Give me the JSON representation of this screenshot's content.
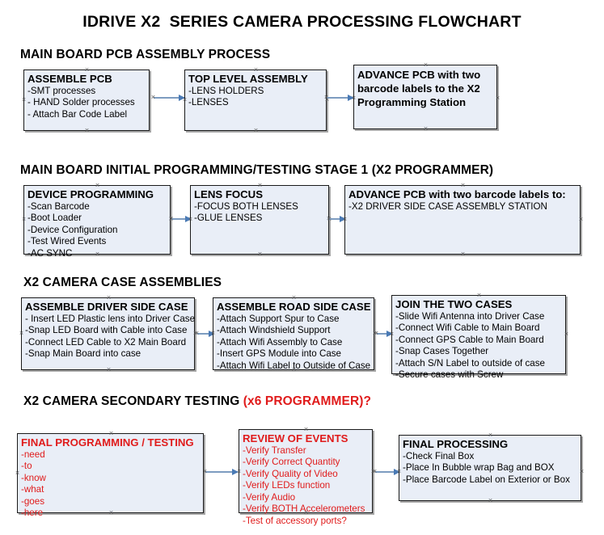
{
  "title": "IDRIVE X2  SERIES CAMERA PROCESSING FLOWCHART",
  "colors": {
    "box_fill": "#e9eef7",
    "box_border": "#1a1a1a",
    "connector": "#7d9cc0",
    "accent_red": "#e01b1b",
    "text": "#000000"
  },
  "sections": [
    {
      "heading": "MAIN BOARD PCB ASSEMBLY PROCESS",
      "heading_accent": "",
      "boxes": [
        {
          "title": "ASSEMBLE PCB",
          "lines": [
            "-SMT processes",
            "- HAND Solder processes",
            "- Attach Bar Code Label"
          ]
        },
        {
          "title": "TOP LEVEL ASSEMBLY",
          "lines": [
            "-LENS HOLDERS",
            "-LENSES"
          ]
        },
        {
          "title": "ADVANCE PCB with two barcode labels to the  X2 Programming Station",
          "lines": []
        }
      ]
    },
    {
      "heading": "MAIN BOARD INITIAL PROGRAMMING/TESTING STAGE 1 (X2 PROGRAMMER)",
      "heading_accent": "",
      "boxes": [
        {
          "title": "DEVICE PROGRAMMING",
          "lines": [
            "-Scan Barcode",
            "-Boot Loader",
            "-Device Configuration",
            "-Test Wired Events",
            "-AC SYNC"
          ]
        },
        {
          "title": "LENS FOCUS",
          "lines": [
            "-FOCUS BOTH LENSES",
            "-GLUE LENSES"
          ]
        },
        {
          "title": "ADVANCE PCB with two barcode labels to:",
          "lines": [
            "-X2 DRIVER  SIDE  CASE  ASSEMBLY STATION"
          ]
        }
      ]
    },
    {
      "heading": "X2 CAMERA CASE ASSEMBLIES",
      "heading_accent": "",
      "boxes": [
        {
          "title": "ASSEMBLE DRIVER SIDE CASE",
          "lines": [
            "- Insert LED Plastic lens into Driver Case",
            "-Snap LED Board with Cable into Case",
            "-Connect LED Cable to X2 Main Board",
            "-Snap Main Board into case"
          ]
        },
        {
          "title": "ASSEMBLE ROAD SIDE CASE",
          "lines": [
            "-Attach Support Spur to Case",
            "-Attach Windshield Support",
            "-Attach Wifi Assembly to Case",
            "-Insert GPS Module into Case",
            "-Attach Wifi Label to Outside of Case"
          ]
        },
        {
          "title": "JOIN THE TWO CASES",
          "lines": [
            "-Slide Wifi Antenna into Driver Case",
            "-Connect Wifi Cable to Main Board",
            "-Connect GPS Cable to Main Board",
            "-Snap Cases Together",
            "-Attach S/N Label to outside of case",
            "-Secure cases with Screw"
          ]
        }
      ]
    },
    {
      "heading": "X2 CAMERA SECONDARY TESTING ",
      "heading_accent": "(x6 PROGRAMMER)?",
      "boxes": [
        {
          "title": "FINAL PROGRAMMING / TESTING",
          "lines": [
            "-need",
            "-to",
            "-know",
            "-what",
            "-goes",
            "-here"
          ]
        },
        {
          "title": "REVIEW OF EVENTS",
          "lines": [
            "-Verify Transfer",
            "-Verify Correct Quantity",
            "-Verify Quality of Video",
            "-Verify LEDs function",
            "-Verify Audio",
            "-Verify BOTH Accelerometers",
            "-Test of accessory ports?"
          ]
        },
        {
          "title": "FINAL PROCESSING",
          "lines": [
            " -Check Final Box",
            "-Place In Bubble wrap Bag and BOX",
            "-Place Barcode Label on Exterior or Box"
          ]
        }
      ]
    }
  ],
  "connectors": [
    {
      "name": "assemble-pcb-to-top-level"
    },
    {
      "name": "top-level-to-advance-pcb"
    },
    {
      "name": "device-programming-to-lens-focus"
    },
    {
      "name": "lens-focus-to-advance-pcb"
    },
    {
      "name": "driver-case-to-road-case"
    },
    {
      "name": "road-case-to-join-cases"
    },
    {
      "name": "final-programming-to-review"
    },
    {
      "name": "review-to-final-processing"
    }
  ]
}
